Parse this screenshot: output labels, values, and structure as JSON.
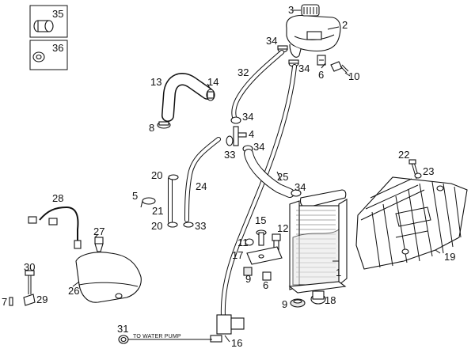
{
  "legend": {
    "box1_label": "35",
    "box2_label": "36"
  },
  "labels": {
    "n1": "1",
    "n2": "2",
    "n3": "3",
    "n4": "4",
    "n5": "5",
    "n6a": "6",
    "n6b": "6",
    "n7": "7",
    "n8": "8",
    "n9a": "9",
    "n9b": "9",
    "n10": "10",
    "n11": "11",
    "n12": "12",
    "n13": "13",
    "n14": "14",
    "n15": "15",
    "n16": "16",
    "n17": "17",
    "n18": "18",
    "n19": "19",
    "n20a": "20",
    "n20b": "20",
    "n21": "21",
    "n22": "22",
    "n23": "23",
    "n24": "24",
    "n25": "25",
    "n26": "26",
    "n27": "27",
    "n28": "28",
    "n29": "29",
    "n30": "30",
    "n31": "31",
    "n32": "32",
    "n33a": "33",
    "n33b": "33",
    "n34a": "34",
    "n34b": "34",
    "n34c": "34",
    "n34d": "34",
    "n34e": "34"
  },
  "annotations": {
    "water_pump_note": "TO WATER PUMP"
  }
}
